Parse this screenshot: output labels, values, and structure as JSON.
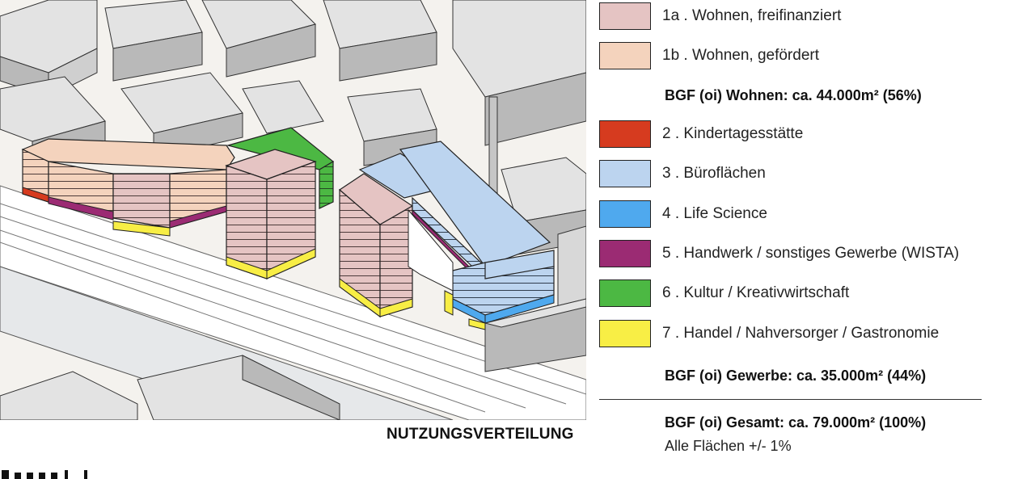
{
  "legend": {
    "items": [
      {
        "label": "1a . Wohnen, freifinanziert",
        "color": "#e5c4c3"
      },
      {
        "label": "1b . Wohnen, gefördert",
        "color": "#f4d3bd"
      },
      {
        "label": "2 . Kindertagesstätte",
        "color": "#d63b1f"
      },
      {
        "label": "3 . Büroflächen",
        "color": "#bcd4ef"
      },
      {
        "label": "4 . Life Science",
        "color": "#4fa9ee"
      },
      {
        "label": "5 . Handwerk / sonstiges Gewerbe (WISTA)",
        "color": "#9b2b73"
      },
      {
        "label": "6 . Kultur / Kreativwirtschaft",
        "color": "#4cb843"
      },
      {
        "label": "7 . Handel / Nahversorger / Gastronomie",
        "color": "#f8ee45"
      }
    ],
    "summary_wohnen": "BGF (oi) Wohnen: ca. 44.000m²  (56%)",
    "summary_gewerbe": "BGF (oi) Gewerbe: ca. 35.000m²  (44%)",
    "summary_gesamt": "BGF (oi) Gesamt: ca. 79.000m²  (100%)",
    "note": "Alle Flächen +/- 1%"
  },
  "map": {
    "caption": "NUTZUNGSVERTEILUNG",
    "colors": {
      "context_top": "#e3e3e3",
      "context_side": "#b9b9b9",
      "ground": "#f4f2ee",
      "track": "#ffffff",
      "canal": "#e6e8ea",
      "outline": "#1f1f1f"
    }
  }
}
